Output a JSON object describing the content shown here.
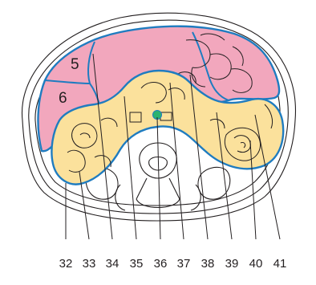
{
  "figure": {
    "segment_labels": [
      "5",
      "6"
    ],
    "leader_labels": [
      "32",
      "33",
      "34",
      "35",
      "36",
      "37",
      "38",
      "39",
      "40",
      "41"
    ],
    "colors": {
      "liver": "#f2a7bd",
      "bowel": "#fbe19c",
      "outline": "#1f7cc0",
      "vessel_dot": "#2db36f",
      "line": "#231f20"
    }
  }
}
